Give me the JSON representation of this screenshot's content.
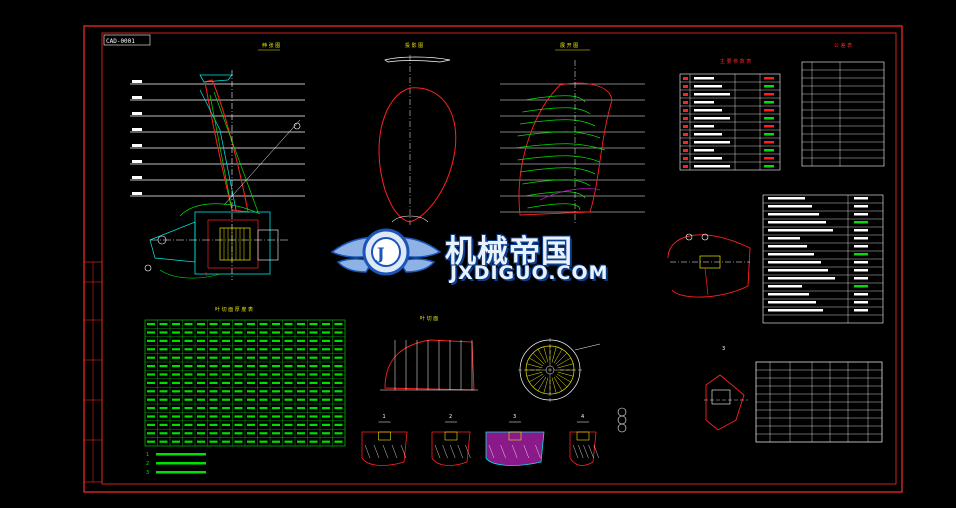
{
  "title_block_label": "CAD-0001",
  "watermark": {
    "chinese_name": "机械帝国",
    "domain_name": "JXDIGUO.COM"
  },
  "colors": {
    "background": "#000000",
    "frame": "#ff2a2a",
    "blade_outline": "#ff2020",
    "construction": "#ffffff",
    "section_green": "#00e000",
    "section_cyan": "#00e8e8",
    "table_grid": "#00c800",
    "magenta": "#d010d0",
    "yellow": "#e8e800",
    "watermark_blue": "#1a56b8"
  },
  "views": [
    {
      "id": "blade-profile-view",
      "label": "伸 张 图"
    },
    {
      "id": "blade-outline-view",
      "label": "投 影 图"
    },
    {
      "id": "blade-expanded-view",
      "label": "展 开 图"
    },
    {
      "id": "main-data-table",
      "label": "主 要 参 数 表"
    },
    {
      "id": "tolerance-table",
      "label": "公 差 表"
    },
    {
      "id": "thickness-table",
      "label": "叶 切 面 厚 度 表"
    },
    {
      "id": "section-view",
      "label": "叶 切 面"
    }
  ],
  "section_labels": [
    "1",
    "2",
    "3",
    "4"
  ],
  "legend_items": [
    "1",
    "2",
    "3"
  ]
}
